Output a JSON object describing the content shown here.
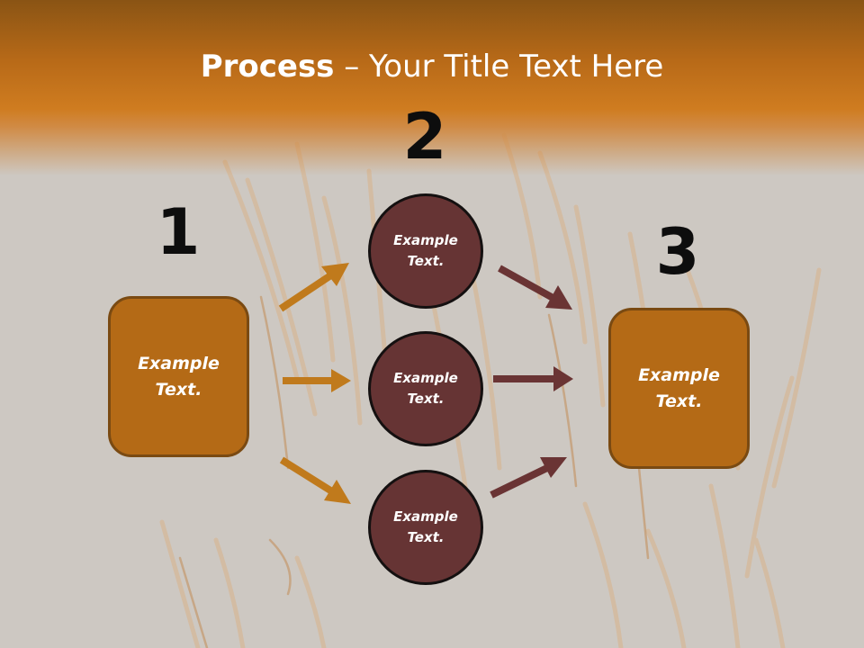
{
  "slide": {
    "title_bold": "Process",
    "title_rest": " – Your Title Text Here",
    "colors": {
      "header": "#c47418",
      "box_fill": "#b46a16",
      "circle_fill": "#663434",
      "arrow_left": "#c07a1c",
      "arrow_right": "#6a3434"
    }
  },
  "steps": [
    {
      "number": "1",
      "label": "Example\nText."
    },
    {
      "number": "2",
      "items": [
        "Example\nText.",
        "Example\nText.",
        "Example\nText."
      ]
    },
    {
      "number": "3",
      "label": "Example\nText."
    }
  ]
}
